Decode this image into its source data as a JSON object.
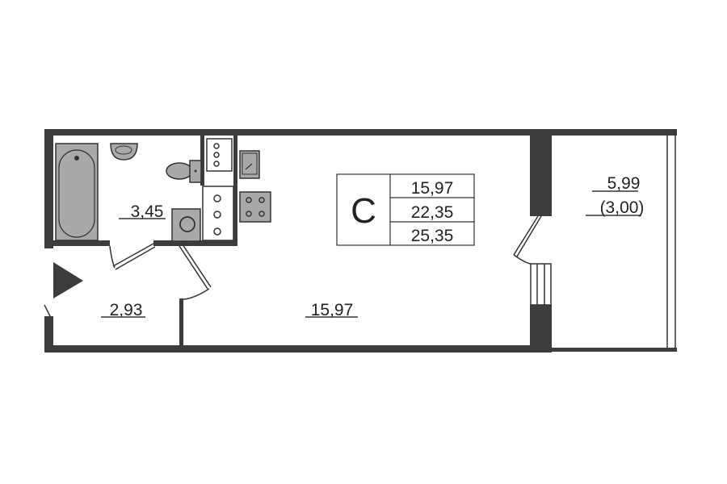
{
  "plan": {
    "apartment_type": "С",
    "areas_summary": [
      "15,97",
      "22,35",
      "25,35"
    ],
    "rooms": {
      "bathroom": "3,45",
      "hallway": "2,93",
      "living_room": "15,97",
      "balcony": "5,99",
      "balcony_reduced": "(3,00)"
    },
    "colors": {
      "wall": "#3c3c3c",
      "fixture": "#a9a9a9"
    }
  }
}
